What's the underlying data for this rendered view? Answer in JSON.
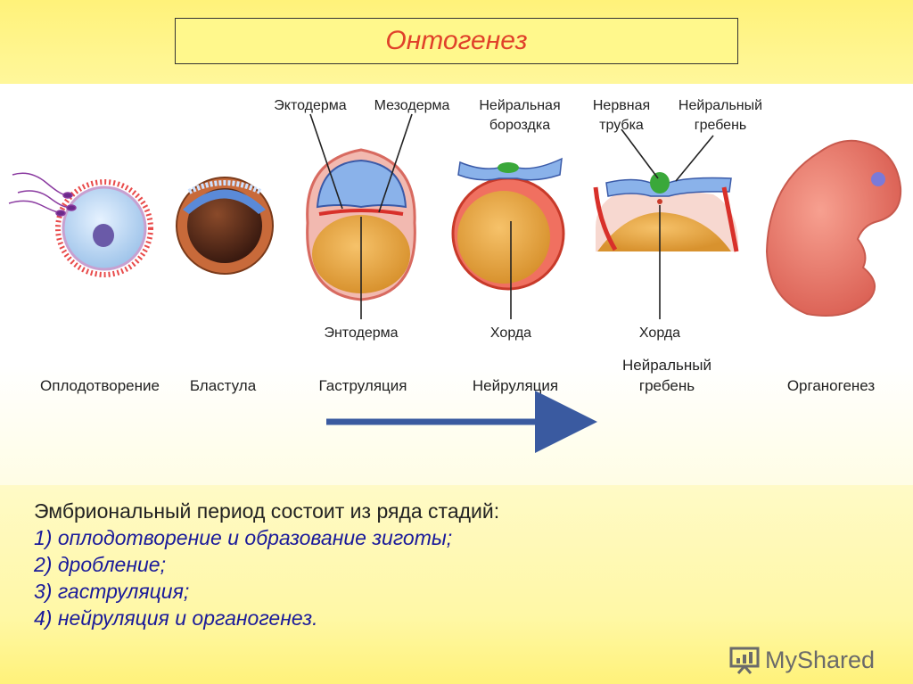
{
  "title": "Онтогенез",
  "labels": {
    "ectoderm": "Эктодерма",
    "mesoderm": "Мезодерма",
    "neural_groove_1": "Нейральная",
    "neural_groove_2": "бороздка",
    "neural_tube_1": "Нервная",
    "neural_tube_2": "трубка",
    "neural_crest_top_1": "Нейральный",
    "neural_crest_top_2": "гребень",
    "endoderm": "Энтодерма",
    "chord_1": "Хорда",
    "chord_2": "Хорда"
  },
  "stages": {
    "fertilization": "Оплодотворение",
    "blastula": "Бластула",
    "gastrulation": "Гаструляция",
    "neurulation": "Нейруляция",
    "neural_crest_1": "Нейральный",
    "neural_crest_2": "гребень",
    "organogenesis": "Органогенез"
  },
  "text": {
    "intro": "Эмбриональный период состоит из ряда стадий:",
    "items": [
      "1) оплодотворение и образование зиготы;",
      "2) дробление;",
      "3) гаструляция;",
      "4) нейруляция и органогенез."
    ]
  },
  "watermark": "MyShared",
  "colors": {
    "title_text": "#e0412a",
    "list_text": "#1a1a9a",
    "arrow": "#3a5aa0",
    "yolk": "#e8a74a",
    "ectoderm_blue": "#7fa8e0",
    "mesoderm_red": "#d8302a",
    "neural_green": "#3aa83a",
    "embryo_pink": "#e8776a"
  },
  "icons": [
    "sperm-icon",
    "presentation-board-icon"
  ]
}
